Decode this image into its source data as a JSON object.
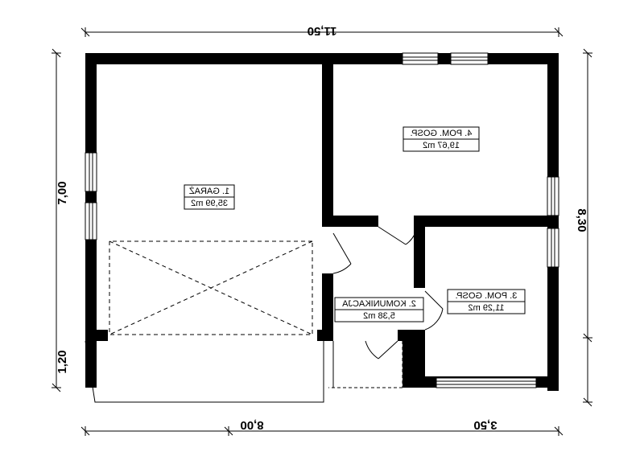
{
  "dimensions": {
    "top_total": "11,50",
    "bottom_left": "8,00",
    "bottom_right": "3,50",
    "left_main": "7,00",
    "left_lower": "1,20",
    "right_total": "8,30"
  },
  "rooms": [
    {
      "name": "1. GARAŻ",
      "area": "35,99 m2"
    },
    {
      "name": "4. POM. GOSP.",
      "area": "19,67 m2"
    },
    {
      "name": "2. KOMUNIKACJA",
      "area": "5,38 m2"
    },
    {
      "name": "3. POM. GOSP.",
      "area": "11,29 m2"
    }
  ]
}
